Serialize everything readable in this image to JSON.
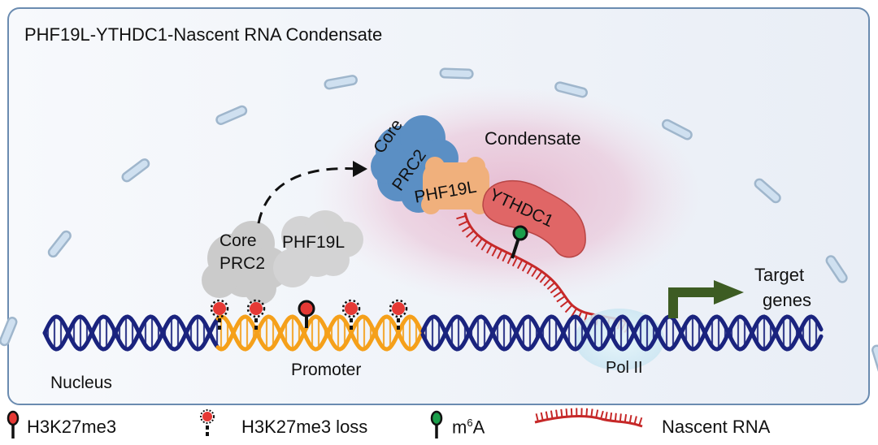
{
  "title": "PHF19L-YTHDC1-Nascent RNA Condensate",
  "region_labels": {
    "condensate": "Condensate",
    "nucleus": "Nucleus",
    "promoter": "Promoter",
    "pol2": "Pol II",
    "target_line1": "Target",
    "target_line2": "genes"
  },
  "proteins": {
    "free_core_prc2_line1": "Core",
    "free_core_prc2_line2": "PRC2",
    "free_phf19l": "PHF19L",
    "bound_core_prc2_line1": "Core",
    "bound_core_prc2_line2": "PRC2",
    "bound_phf19l": "PHF19L",
    "ythdc1": "YTHDC1"
  },
  "legend": {
    "h3k27me3": "H3K27me3",
    "h3k27me3_loss": "H3K27me3 loss",
    "m6a_base": "m",
    "m6a_sup": "6",
    "m6a_tail": "A",
    "nascent_rna": "Nascent RNA"
  },
  "colors": {
    "frame_border": "#6a8bb0",
    "dna_blue": "#1a237e",
    "dna_orange": "#f5a01a",
    "prc2_blue": "#5b8fc4",
    "phf19l_orange": "#f0b07c",
    "ythdc1_red": "#e06666",
    "rna_red": "#c62828",
    "mark_red": "#e53935",
    "m6a_green": "#1b9e4b",
    "arrow_green": "#3d5c23",
    "condensate_pink": "#e8b4cc",
    "nuclear_envelope": "#cfe0f0",
    "free_protein_grey": "#c9c9c9"
  }
}
